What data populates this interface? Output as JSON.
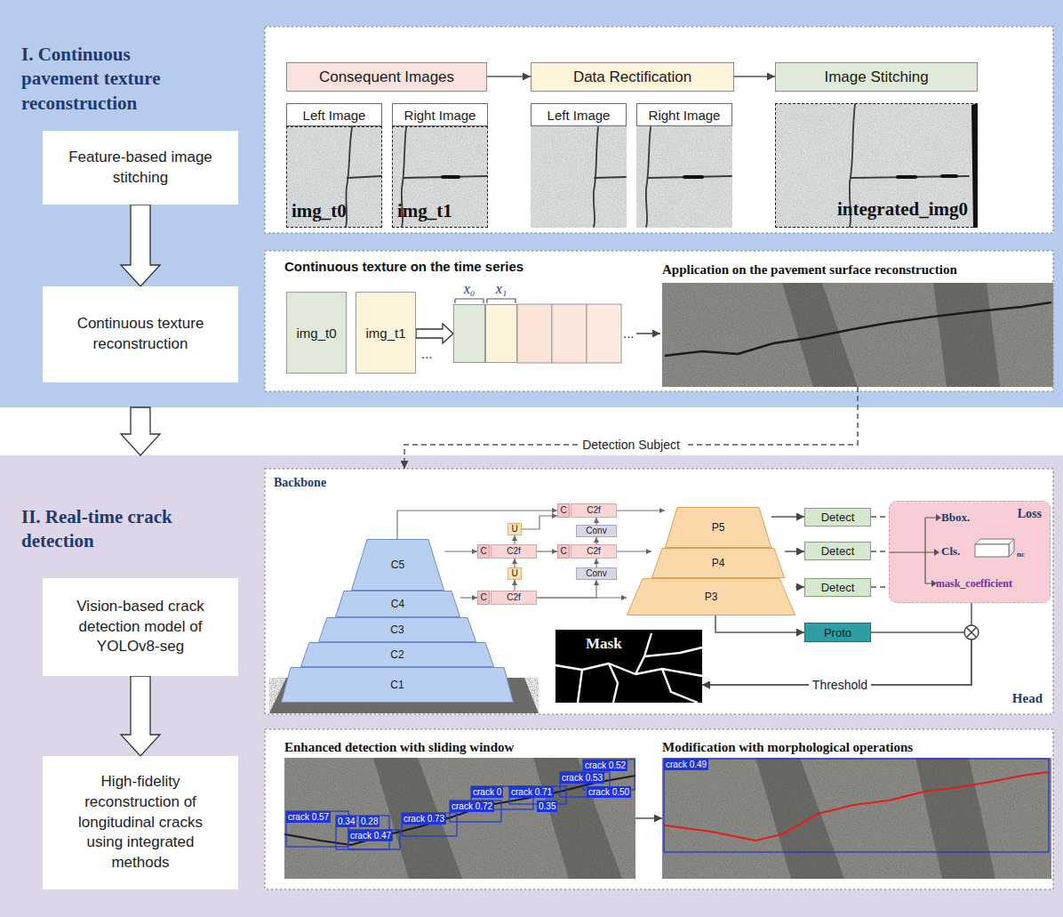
{
  "diagram": {
    "nodes": [
      {
        "text": [
          "I. Continuous pavement texture reconstruction"
        ]
      },
      {
        "text": [
          "Feature-based image stitching"
        ],
        "in": 0
      },
      {
        "text": [
          "Continuous texture reconstruction"
        ],
        "in": 0
      },
      {
        "text": [
          "Consequent Images"
        ],
        "in": 0
      },
      {
        "text": [
          "Left Image"
        ],
        "in": 0
      },
      {
        "text": [
          "Right Image"
        ],
        "in": 0
      },
      {
        "text": [
          "img_t0"
        ],
        "in": 0
      },
      {
        "text": [
          "img_t1"
        ],
        "in": 0
      },
      {
        "text": [
          "Data Rectification"
        ],
        "in": 0
      },
      {
        "text": [
          "Left Image"
        ],
        "in": 0
      },
      {
        "text": [
          "Right Image"
        ],
        "in": 0
      },
      {
        "text": [
          "Image Stitching"
        ],
        "in": 0
      },
      {
        "text": [
          "integrated_img0"
        ],
        "in": 0
      },
      {
        "text": [
          "img_t0"
        ],
        "in": 0
      },
      {
        "text": [
          "img_t1"
        ],
        "in": 0
      },
      {
        "text": [
          "x₀"
        ],
        "in": 0
      },
      {
        "text": [
          "x₁"
        ],
        "in": 0
      },
      {
        "text": [
          "Application on the pavement surface reconstruction"
        ],
        "in": 0
      },
      {
        "text": [
          "II. Real-time crack detection"
        ]
      },
      {
        "text": [
          "Vision-based crack detection model of YOLOv8-seg"
        ],
        "in": 18
      },
      {
        "text": [
          "High-fidelity reconstruction of longitudinal cracks using integrated methods"
        ],
        "in": 18
      },
      {
        "text": [
          "Backbone",
          "Head"
        ],
        "in": 18
      },
      {
        "text": [
          "C5"
        ],
        "in": 21
      },
      {
        "text": [
          "C4"
        ],
        "in": 21
      },
      {
        "text": [
          "C3"
        ],
        "in": 21
      },
      {
        "text": [
          "C2"
        ],
        "in": 21
      },
      {
        "text": [
          "C1"
        ],
        "in": 21
      },
      {
        "text": [
          "C"
        ],
        "in": 21
      },
      {
        "text": [
          "C2f"
        ],
        "in": 21
      },
      {
        "text": [
          "U"
        ],
        "in": 21
      },
      {
        "text": [
          "C"
        ],
        "in": 21
      },
      {
        "text": [
          "C2f"
        ],
        "in": 21
      },
      {
        "text": [
          "U"
        ],
        "in": 21
      },
      {
        "text": [
          "C"
        ],
        "in": 21
      },
      {
        "text": [
          "C2f"
        ],
        "in": 21
      },
      {
        "text": [
          "Conv"
        ],
        "in": 21
      },
      {
        "text": [
          "C"
        ],
        "in": 21
      },
      {
        "text": [
          "C2f"
        ],
        "in": 21
      },
      {
        "text": [
          "Conv"
        ],
        "in": 21
      },
      {
        "text": [
          "P5"
        ],
        "in": 21
      },
      {
        "text": [
          "P4"
        ],
        "in": 21
      },
      {
        "text": [
          "P3"
        ],
        "in": 21
      },
      {
        "text": [
          "Detect"
        ],
        "in": 21
      },
      {
        "text": [
          "Detect"
        ],
        "in": 21
      },
      {
        "text": [
          "Detect"
        ],
        "in": 21
      },
      {
        "text": [
          "Loss",
          "Bbox.",
          "Cls.",
          "nc",
          "mask_coefficient"
        ],
        "in": 21
      },
      {
        "text": [
          "Proto"
        ],
        "in": 21
      },
      {
        "text": [
          "Mask"
        ],
        "in": 21
      },
      {
        "text": [
          "Enhanced detection with sliding window"
        ],
        "in": 18
      },
      {
        "text": [
          "Modification with morphological operations"
        ],
        "in": 18
      }
    ],
    "edges": [
      {
        "from": 1,
        "to": 2,
        "arrow": "to"
      },
      {
        "from": 3,
        "to": 8,
        "arrow": "to"
      },
      {
        "from": 8,
        "to": 11,
        "arrow": "to"
      },
      {
        "from": 14,
        "to": 15,
        "arrow": "to"
      },
      {
        "from": 0,
        "to": 18,
        "arrow": "to"
      },
      {
        "from": 17,
        "to": 21,
        "label": "Detection Subject",
        "arrow": "to"
      },
      {
        "from": 19,
        "to": 20,
        "arrow": "to"
      },
      {
        "from": 22,
        "to": 33,
        "arrow": "to"
      },
      {
        "from": 22,
        "to": 27,
        "arrow": "to"
      },
      {
        "from": 23,
        "to": 30,
        "arrow": "to"
      },
      {
        "from": 31,
        "to": 32,
        "arrow": "to"
      },
      {
        "from": 32,
        "to": 28,
        "arrow": "to"
      },
      {
        "from": 28,
        "to": 29,
        "arrow": "to"
      },
      {
        "from": 29,
        "to": 33,
        "arrow": "to"
      },
      {
        "from": 28,
        "to": 36,
        "arrow": "to"
      },
      {
        "from": 31,
        "to": 38,
        "arrow": "to"
      },
      {
        "from": 38,
        "to": 37,
        "arrow": "to"
      },
      {
        "from": 37,
        "to": 35,
        "arrow": "to"
      },
      {
        "from": 35,
        "to": 34,
        "arrow": "to"
      },
      {
        "from": 34,
        "to": 39,
        "arrow": "to"
      },
      {
        "from": 37,
        "to": 40,
        "arrow": "to"
      },
      {
        "from": 31,
        "to": 41,
        "arrow": "to"
      },
      {
        "from": 39,
        "to": 42,
        "arrow": "to"
      },
      {
        "from": 40,
        "to": 43,
        "arrow": "to"
      },
      {
        "from": 41,
        "to": 44,
        "arrow": "to"
      },
      {
        "from": 42,
        "to": 45,
        "arrow": "none"
      },
      {
        "from": 43,
        "to": 45,
        "arrow": "none"
      },
      {
        "from": 44,
        "to": 45,
        "arrow": "none"
      },
      {
        "from": 41,
        "to": 46,
        "arrow": "to"
      },
      {
        "from": 46,
        "to": 47,
        "arrow": "to"
      },
      {
        "from": 45,
        "to": 47,
        "arrow": "to"
      },
      {
        "from": 48,
        "to": 49,
        "arrow": "to"
      }
    ],
    "labels": [
      "Continuous texture on the time series",
      "...",
      "...",
      "Threshold",
      "crack 0.57",
      "0.34",
      "0.28",
      "crack 0.47",
      "crack 0.73",
      "crack 0.72",
      "crack 0",
      "crack 0.71",
      "0.35",
      "crack 0.53",
      "crack 0.52",
      "crack 0.50",
      "crack 0.49"
    ]
  }
}
